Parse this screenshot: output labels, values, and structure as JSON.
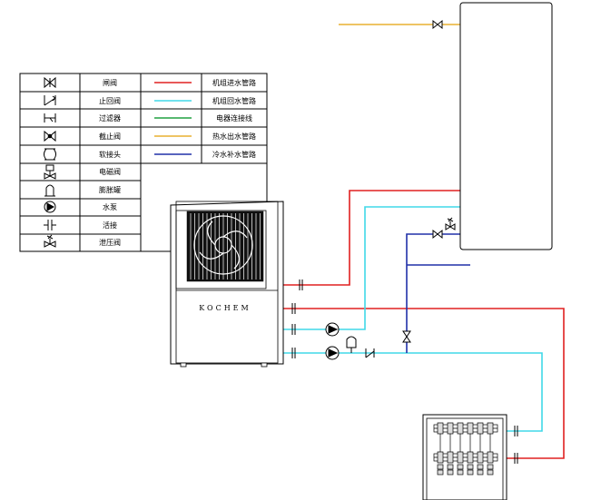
{
  "brand": "KOCHEM",
  "legend": {
    "symbols": [
      {
        "icon": "gate-valve-icon",
        "label": "闸阀"
      },
      {
        "icon": "check-valve-icon",
        "label": "止回阀"
      },
      {
        "icon": "strainer-icon",
        "label": "过滤器"
      },
      {
        "icon": "stop-valve-icon",
        "label": "截止阀"
      },
      {
        "icon": "flexible-joint-icon",
        "label": "软接头"
      },
      {
        "icon": "solenoid-valve-icon",
        "label": "电磁阀"
      },
      {
        "icon": "expansion-tank-icon",
        "label": "膨胀罐"
      },
      {
        "icon": "water-pump-icon",
        "label": "水泵"
      },
      {
        "icon": "union-joint-icon",
        "label": "活接"
      },
      {
        "icon": "pressure-relief-valve-icon",
        "label": "泄压阀"
      }
    ],
    "lines": [
      {
        "color": "#e02020",
        "label": "机组进水管路"
      },
      {
        "color": "#40d8e8",
        "label": "机组回水管路"
      },
      {
        "color": "#20a040",
        "label": "电器连接线"
      },
      {
        "color": "#e8b030",
        "label": "热水出水管路"
      },
      {
        "color": "#2030a8",
        "label": "冷水补水管路"
      }
    ]
  },
  "colors": {
    "inlet": "#e02020",
    "return": "#40d8e8",
    "electric": "#20a040",
    "hot": "#e8b030",
    "cold": "#2030a8"
  }
}
